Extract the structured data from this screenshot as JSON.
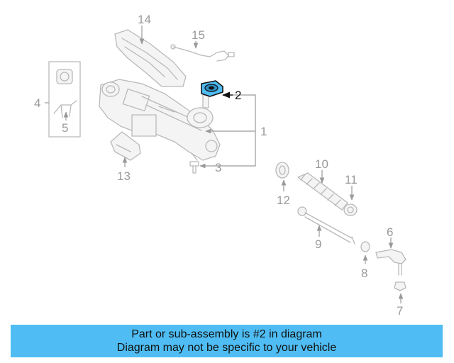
{
  "callouts": {
    "c1": "1",
    "c2": "2",
    "c3": "3",
    "c4": "4",
    "c5": "5",
    "c6": "6",
    "c7": "7",
    "c8": "8",
    "c9": "9",
    "c10": "10",
    "c11": "11",
    "c12": "12",
    "c13": "13",
    "c14": "14",
    "c15": "15"
  },
  "highlight": {
    "part": "2",
    "color": "#4fbdf3"
  },
  "banner": {
    "line1": "Part or sub-assembly is #2 in diagram",
    "line2": "Diagram may not be specific to your vehicle",
    "background": "#4fbdf3"
  }
}
